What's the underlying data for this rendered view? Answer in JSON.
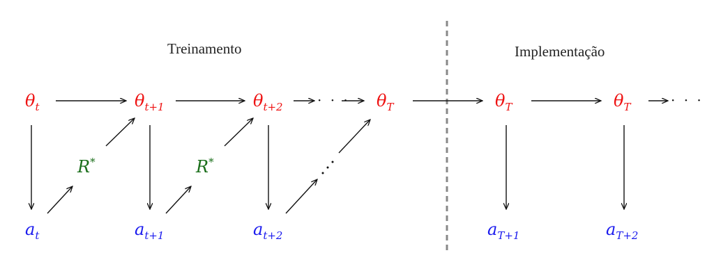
{
  "sections": {
    "training": "Treinamento",
    "deployment": "Implementação"
  },
  "nodes": {
    "theta_t": {
      "base": "θ",
      "sub": "t"
    },
    "theta_t1": {
      "base": "θ",
      "sub": "t+1"
    },
    "theta_t2": {
      "base": "θ",
      "sub": "t+2"
    },
    "theta_T_train": {
      "base": "θ",
      "sub": "T"
    },
    "theta_T_dep1": {
      "base": "θ",
      "sub": "T"
    },
    "theta_T_dep2": {
      "base": "θ",
      "sub": "T"
    },
    "a_t": {
      "base": "a",
      "sub": "t"
    },
    "a_t1": {
      "base": "a",
      "sub": "t+1"
    },
    "a_t2": {
      "base": "a",
      "sub": "t+2"
    },
    "a_T1": {
      "base": "a",
      "sub": "T+1"
    },
    "a_T2": {
      "base": "a",
      "sub": "T+2"
    },
    "R1": {
      "base": "R",
      "sup": "*"
    },
    "R2": {
      "base": "R",
      "sup": "*"
    }
  },
  "ellipsis": "· · ·",
  "colors": {
    "theta": "#ee1111",
    "action": "#1a1aee",
    "reward": "#1a6e1a",
    "arrow": "#111111",
    "divider": "#888888"
  }
}
